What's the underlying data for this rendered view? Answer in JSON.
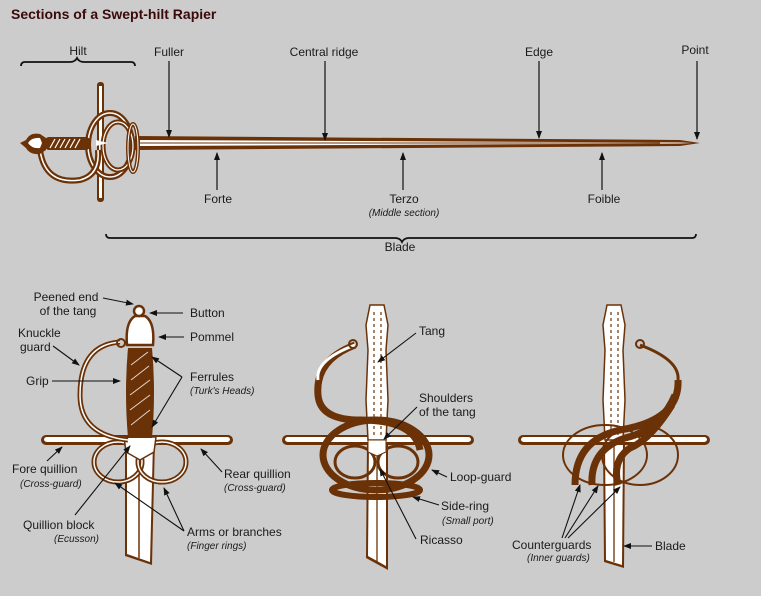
{
  "title": "Sections of a Swept-hilt Rapier",
  "colors": {
    "background": "#cccccc",
    "metal": "#6b3208",
    "title": "#3a0a0a",
    "highlight": "#ffffff"
  },
  "top_diagram": {
    "hilt": "Hilt",
    "fuller": "Fuller",
    "central_ridge": "Central ridge",
    "edge": "Edge",
    "point": "Point",
    "forte": "Forte",
    "terzo": "Terzo",
    "terzo_note": "(Middle section)",
    "foible": "Foible",
    "blade": "Blade"
  },
  "hilt_left": {
    "peened_end": "Peened end",
    "peened_end_2": "of the tang",
    "button": "Button",
    "pommel": "Pommel",
    "knuckle_guard": "Knuckle",
    "knuckle_guard_2": "guard",
    "grip": "Grip",
    "ferrules": "Ferrules",
    "ferrules_note": "(Turk's Heads)",
    "fore_quillion": "Fore quillion",
    "fore_quillion_note": "(Cross-guard)",
    "rear_quillion": "Rear quillion",
    "rear_quillion_note": "(Cross-guard)",
    "quillion_block": "Quillion block",
    "quillion_block_note": "(Ecusson)",
    "arms": "Arms or branches",
    "arms_note": "(Finger rings)"
  },
  "hilt_middle": {
    "tang": "Tang",
    "shoulders": "Shoulders",
    "shoulders_2": "of the tang",
    "loop_guard": "Loop-guard",
    "side_ring": "Side-ring",
    "side_ring_note": "(Small port)",
    "ricasso": "Ricasso"
  },
  "hilt_right": {
    "counterguards": "Counterguards",
    "counterguards_note": "(Inner guards)",
    "blade": "Blade"
  }
}
